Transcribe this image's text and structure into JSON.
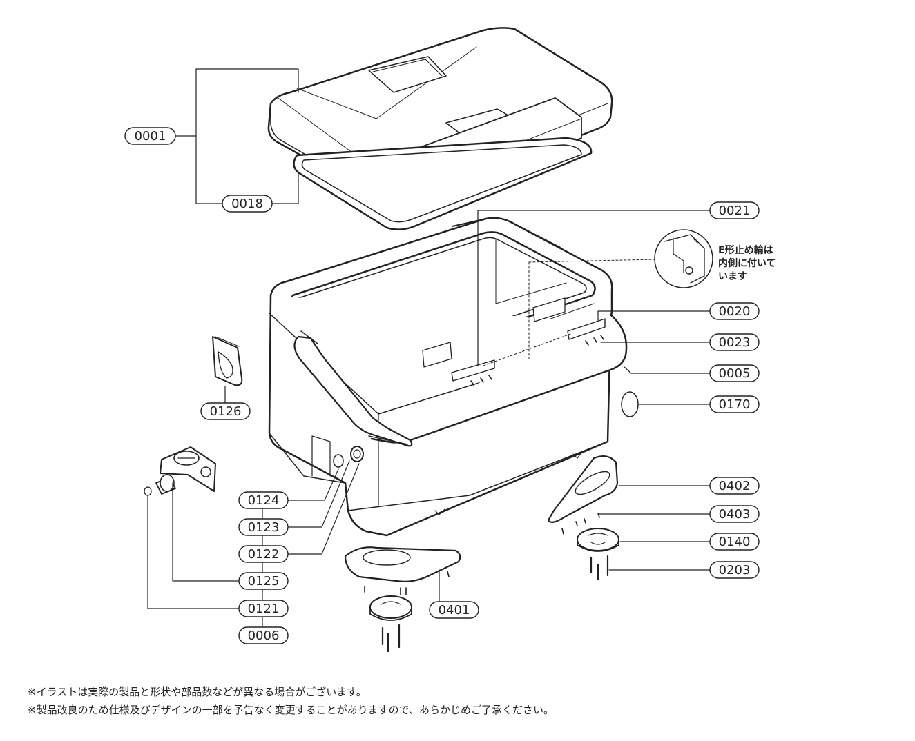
{
  "parts": {
    "p0001": "0001",
    "p0018": "0018",
    "p0021": "0021",
    "p0020": "0020",
    "p0023": "0023",
    "p0005": "0005",
    "p0170": "0170",
    "p0126": "0126",
    "p0402": "0402",
    "p0403": "0403",
    "p0140": "0140",
    "p0203": "0203",
    "p0124": "0124",
    "p0123": "0123",
    "p0122": "0122",
    "p0125": "0125",
    "p0121": "0121",
    "p0006": "0006",
    "p0401": "0401"
  },
  "callout": {
    "line1": "E形止め輪は",
    "line2": "内側に付いて",
    "line3": "います"
  },
  "footnotes": {
    "note1": "※イラストは実際の製品と形状や部品数などが異なる場合がございます。",
    "note2": "※製品改良のため仕様及びデザインの一部を予告なく変更することがありますので、あらかじめご了承ください。"
  }
}
